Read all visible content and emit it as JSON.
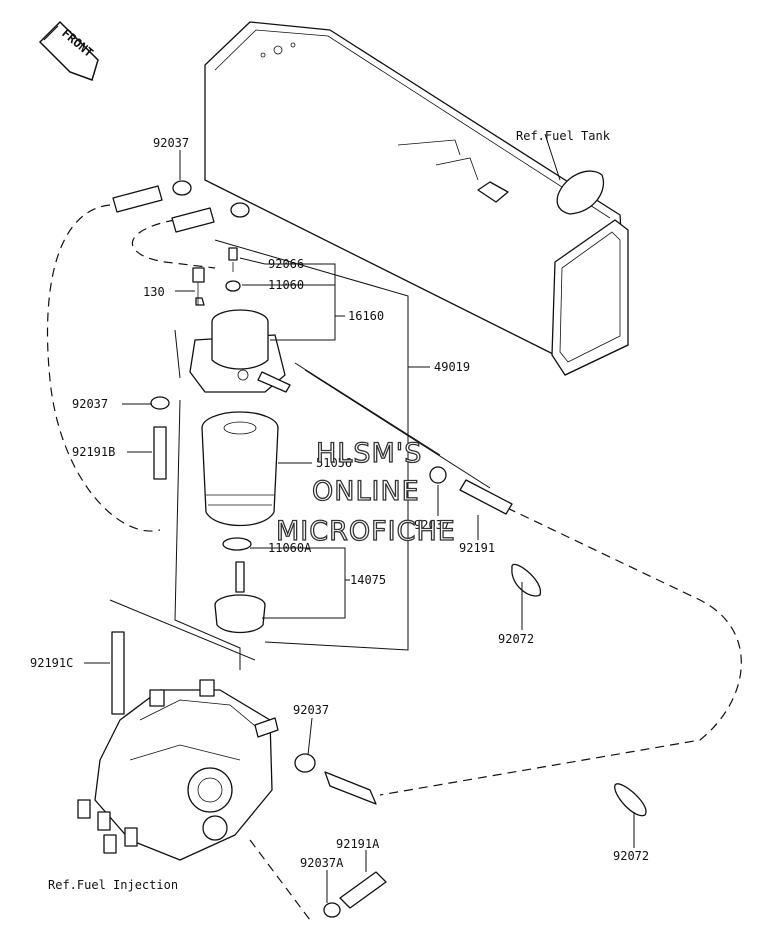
{
  "front_badge": {
    "text": "FRONT"
  },
  "labels": {
    "ref_fuel_tank": "Ref.Fuel Tank",
    "ref_fuel_injection": "Ref.Fuel Injection",
    "p92037_top": "92037",
    "p92066": "92066",
    "p130": "130",
    "p11060": "11060",
    "p16160": "16160",
    "p49019": "49019",
    "p92037_left": "92037",
    "p92191B": "92191B",
    "p51056": "51056",
    "p92037_right": "92037",
    "p92191": "92191",
    "p11060A": "11060A",
    "p14075": "14075",
    "p92072_upper": "92072",
    "p92191C": "92191C",
    "p92037_lower": "92037",
    "p92191A": "92191A",
    "p92037A": "92037A",
    "p92072_lower": "92072"
  },
  "watermark": {
    "line1": "HLSM'S",
    "line2": "ONLINE",
    "line3": "MICROFICHE"
  }
}
